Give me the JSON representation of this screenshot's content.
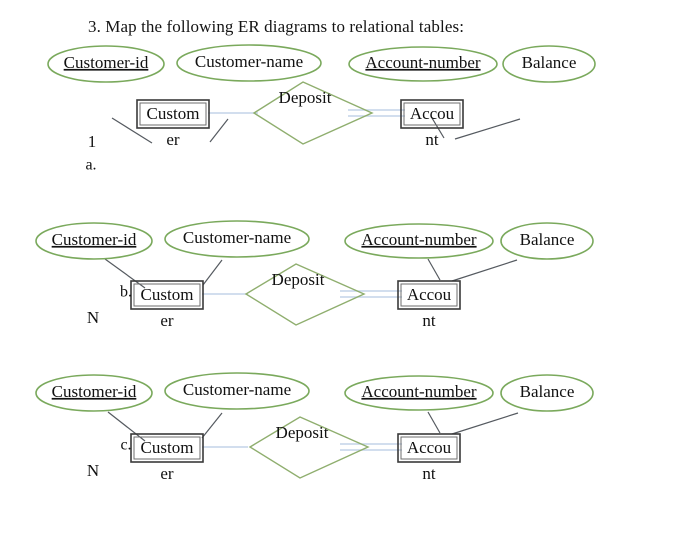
{
  "page": {
    "title": "3. Map the following ER diagrams to relational tables:",
    "colors": {
      "ellipse_stroke": "#7aa95c",
      "diamond_stroke": "#8fae6e",
      "entity_stroke": "#3a3a3a",
      "attribute_link": "#555a60",
      "relationship_link": "#c3d4e8",
      "text": "#111111",
      "background": "#ffffff"
    }
  },
  "diagrams": [
    {
      "index_label": "a.",
      "cardinality_left": "1",
      "attributes": [
        {
          "label": "Customer-id",
          "primary_key": true
        },
        {
          "label": "Customer-name",
          "primary_key": false
        },
        {
          "label": "Account-number",
          "primary_key": true
        },
        {
          "label": "Balance",
          "primary_key": false
        }
      ],
      "entities": [
        {
          "label": "Customer",
          "label_inside": "Custom",
          "label_overflow": "er"
        },
        {
          "label": "Account",
          "label_inside": "Accou",
          "label_overflow": "nt"
        }
      ],
      "relationship": {
        "label": "Deposit"
      }
    },
    {
      "index_label": "b.",
      "cardinality_left": "N",
      "attributes": [
        {
          "label": "Customer-id",
          "primary_key": true
        },
        {
          "label": "Customer-name",
          "primary_key": false
        },
        {
          "label": "Account-number",
          "primary_key": true
        },
        {
          "label": "Balance",
          "primary_key": false
        }
      ],
      "entities": [
        {
          "label": "Customer",
          "label_inside": "Custom",
          "label_overflow": "er"
        },
        {
          "label": "Account",
          "label_inside": "Accou",
          "label_overflow": "nt"
        }
      ],
      "relationship": {
        "label": "Deposit"
      }
    },
    {
      "index_label": "c.",
      "cardinality_left": "N",
      "attributes": [
        {
          "label": "Customer-id",
          "primary_key": true
        },
        {
          "label": "Customer-name",
          "primary_key": false
        },
        {
          "label": "Account-number",
          "primary_key": true
        },
        {
          "label": "Balance",
          "primary_key": false
        }
      ],
      "entities": [
        {
          "label": "Customer",
          "label_inside": "Custom",
          "label_overflow": "er"
        },
        {
          "label": "Account",
          "label_inside": "Accou",
          "label_overflow": "nt"
        }
      ],
      "relationship": {
        "label": "Deposit"
      }
    }
  ]
}
